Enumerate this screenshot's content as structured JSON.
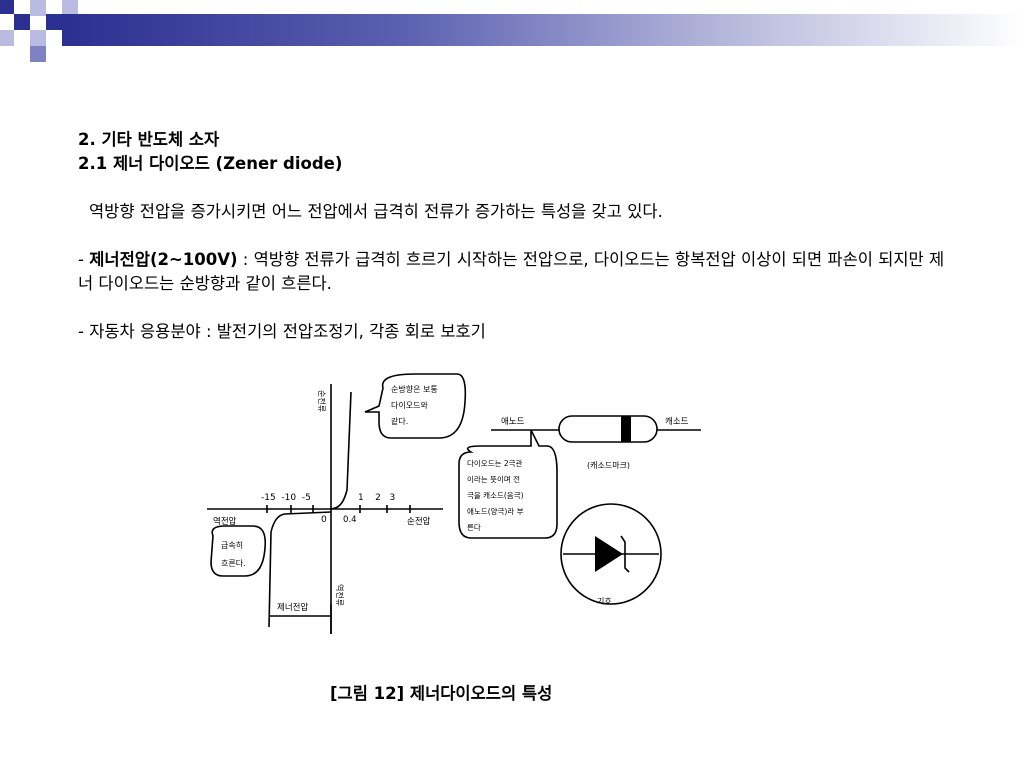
{
  "slide": {
    "heading1": "2. 기타 반도체 소자",
    "heading2": "2.1 제너 다이오드 (Zener diode)",
    "intro": "역방향 전압을 증가시키면 어느 전압에서 급격히 전류가 증가하는 특성을 갖고 있다.",
    "bullet1_prefix": "- ",
    "bullet1_term": "제너전압",
    "bullet1_range": "(2~100V)",
    "bullet1_text": " : 역방향 전류가 급격히 흐르기 시작하는 전압으로, 다이오드는 항복전압 이상이 되면 파손이 되지만 제너 다이오드는 순방향과 같이 흐른다.",
    "bullet2": "- 자동차 응용분야 : 발전기의 전압조정기, 각종 회로 보호기"
  },
  "figure": {
    "yaxis_top": "순전류",
    "yaxis_bottom": "역전류",
    "xaxis_left": "역전압",
    "xaxis_right": "순전압",
    "ticks_left": "-15  -10  -5",
    "tick_zero": "0",
    "tick_04": "0.4",
    "ticks_right": "1    2   3",
    "zener_label": "제너전압",
    "bubble_forward_l1": "순방향은 보통",
    "bubble_forward_l2": "다이오드와",
    "bubble_forward_l3": "같다.",
    "bubble_reverse_l1": "급속히",
    "bubble_reverse_l2": "흐른다.",
    "bubble_info_l1": "다이오드는 2극관",
    "bubble_info_l2": "이라는 뜻이며 전",
    "bubble_info_l3": "극을 캐소드(음극)",
    "bubble_info_l4": "애노드(양극)라 부",
    "bubble_info_l5": "른다",
    "anode": "애노드",
    "cathode": "캐소드",
    "cathode_mark": "(캐소드마크)",
    "symbol": "기호"
  },
  "caption": "[그림 12] 제너다이오드의 특성"
}
